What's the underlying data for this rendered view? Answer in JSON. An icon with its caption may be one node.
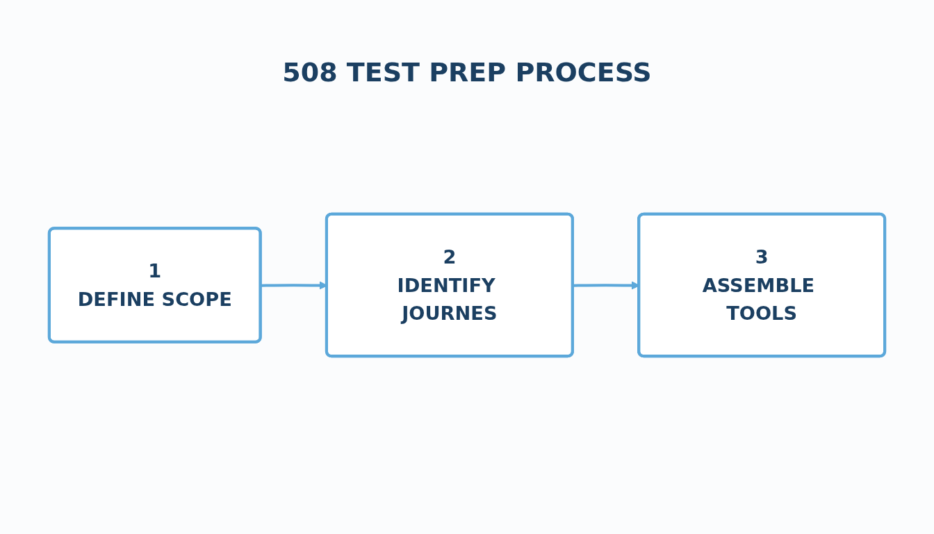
{
  "diagram": {
    "title": "508 TEST PREP PROCESS",
    "nodes": [
      {
        "text": [
          "1",
          "DEFINE SCOPE"
        ]
      },
      {
        "text": [
          "2",
          "IDENTIFY JOURNES"
        ]
      },
      {
        "text": [
          "3",
          "ASSEMBLE TOOLS"
        ]
      }
    ],
    "edges": [
      {
        "from": 0,
        "to": 1,
        "arrow": "to"
      },
      {
        "from": 1,
        "to": 2,
        "arrow": "to"
      }
    ]
  }
}
